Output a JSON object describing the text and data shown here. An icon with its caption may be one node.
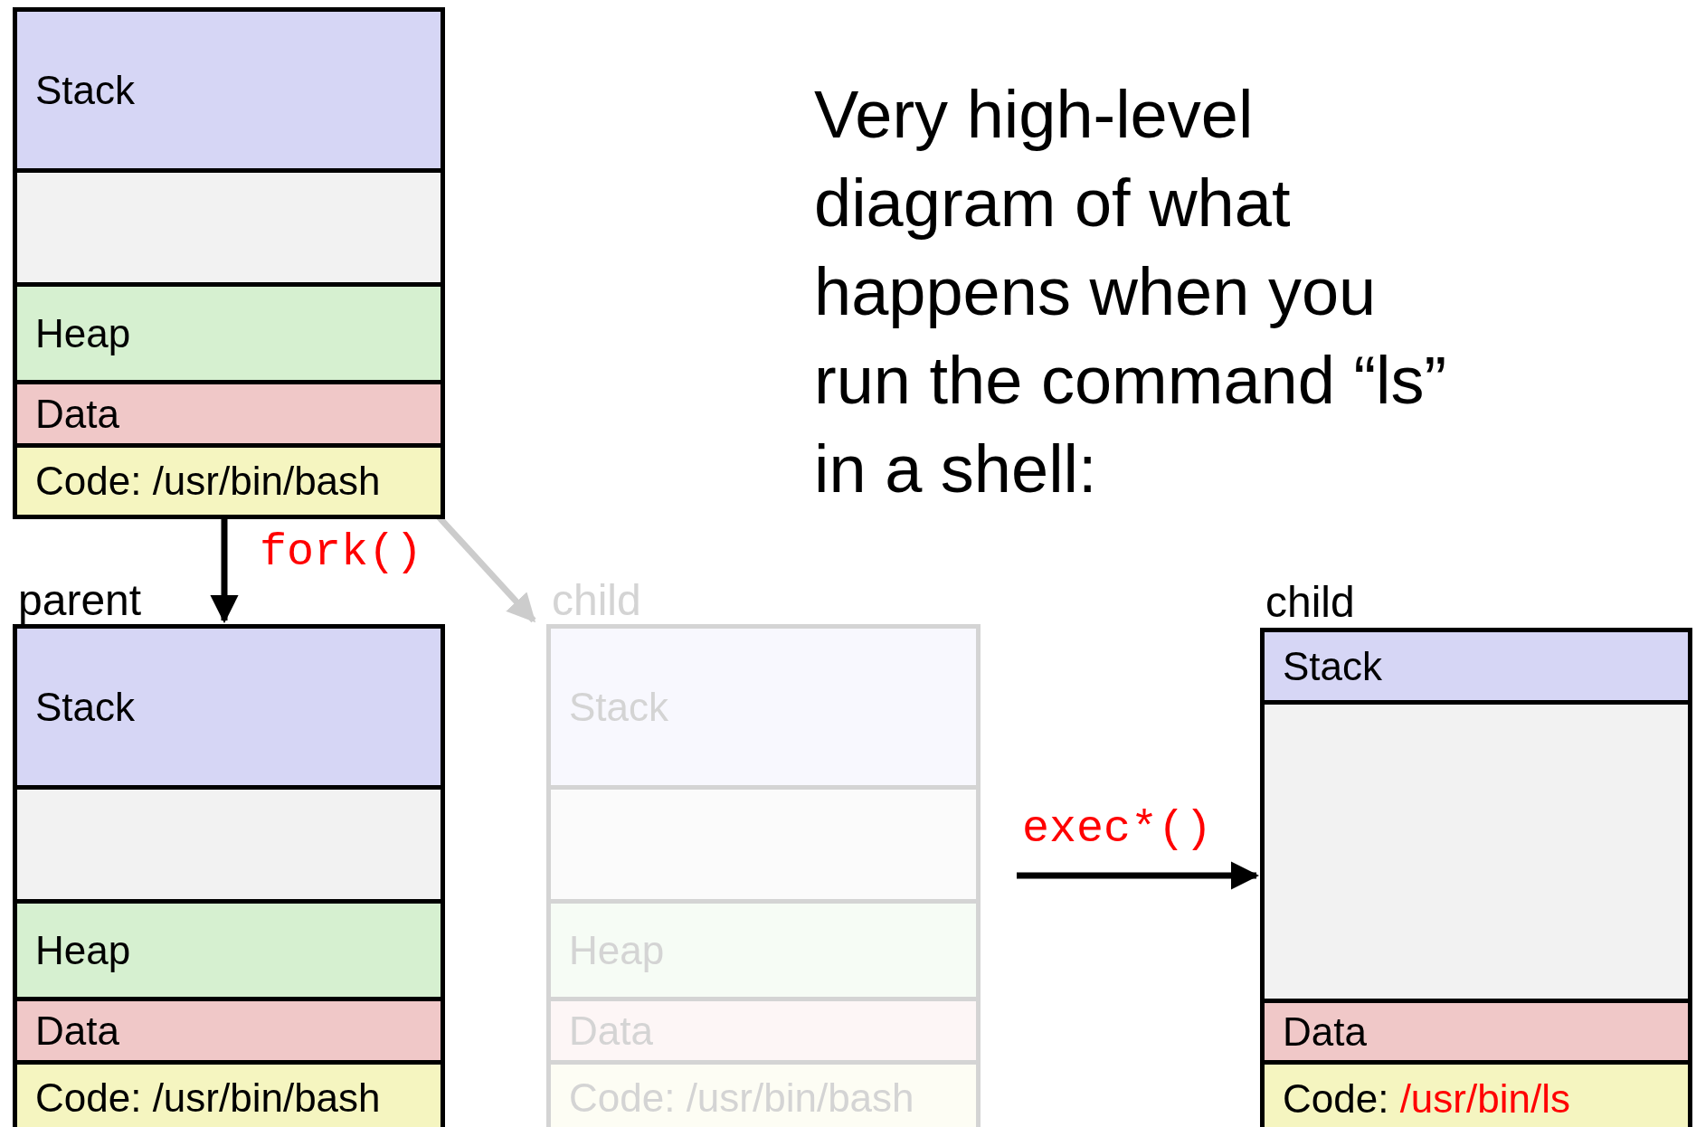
{
  "diagram": {
    "title": "Very high-level diagram of what happens when you run the command “ls” in a shell:",
    "nodes": [
      {
        "text": [],
        "shape": "box"
      },
      {
        "text": [
          "Stack"
        ],
        "in": 0
      },
      {
        "text": [],
        "shape": "box",
        "in": 0
      },
      {
        "text": [
          "Heap"
        ],
        "in": 0
      },
      {
        "text": [
          "Data"
        ],
        "in": 0
      },
      {
        "text": [
          "Code: /usr/bin/bash"
        ],
        "in": 0
      },
      {
        "text": [
          "parent"
        ]
      },
      {
        "text": [
          "Stack"
        ],
        "in": 6
      },
      {
        "text": [],
        "shape": "box",
        "in": 6
      },
      {
        "text": [
          "Heap"
        ],
        "in": 6
      },
      {
        "text": [
          "Data"
        ],
        "in": 6
      },
      {
        "text": [
          "Code: /usr/bin/bash"
        ],
        "in": 6
      },
      {
        "text": [
          "child"
        ]
      },
      {
        "text": [
          "Stack"
        ],
        "in": 12
      },
      {
        "text": [],
        "shape": "box",
        "in": 12
      },
      {
        "text": [
          "Heap"
        ],
        "in": 12
      },
      {
        "text": [
          "Data"
        ],
        "in": 12
      },
      {
        "text": [
          "Code: /usr/bin/bash"
        ],
        "in": 12
      },
      {
        "text": [
          "child"
        ]
      },
      {
        "text": [
          "Stack"
        ],
        "in": 18
      },
      {
        "text": [],
        "shape": "box",
        "in": 18
      },
      {
        "text": [
          "Data"
        ],
        "in": 18
      },
      {
        "text": [
          "Code: /usr/bin/ls"
        ],
        "in": 18
      }
    ],
    "edges": [
      {
        "from": 0,
        "to": 6,
        "arrow": "to"
      },
      {
        "from": 0,
        "to": 12,
        "arrow": "to",
        "color": "#cccccc"
      },
      {
        "from": 12,
        "to": 18,
        "arrow": "to",
        "label": "exec*()"
      }
    ],
    "labels": [
      "fork()"
    ]
  }
}
